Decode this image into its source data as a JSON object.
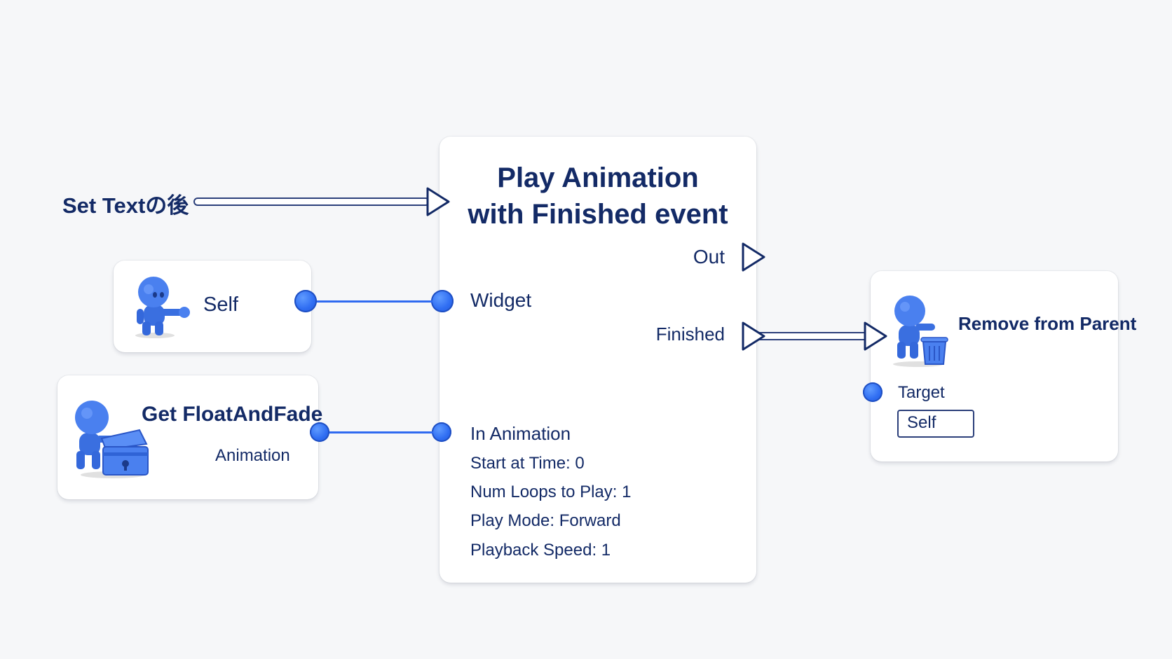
{
  "exec_input_label": "Set Textの後",
  "self_node": {
    "label": "Self"
  },
  "get_node": {
    "title": "Get FloatAndFade",
    "output_label": "Animation"
  },
  "play_node": {
    "title_line1": "Play Animation",
    "title_line2": "with Finished event",
    "out_label": "Out",
    "finished_label": "Finished",
    "widget_label": "Widget",
    "in_animation_label": "In Animation",
    "params": [
      "Start at Time: 0",
      "Num Loops to Play: 1",
      "Play Mode: Forward",
      "Playback Speed: 1"
    ]
  },
  "remove_node": {
    "title": "Remove from Parent",
    "target_label": "Target",
    "target_value": "Self"
  },
  "colors": {
    "accent": "#2f6af0",
    "text": "#132a66",
    "node_bg": "#ffffff",
    "canvas": "#f6f7f9"
  }
}
